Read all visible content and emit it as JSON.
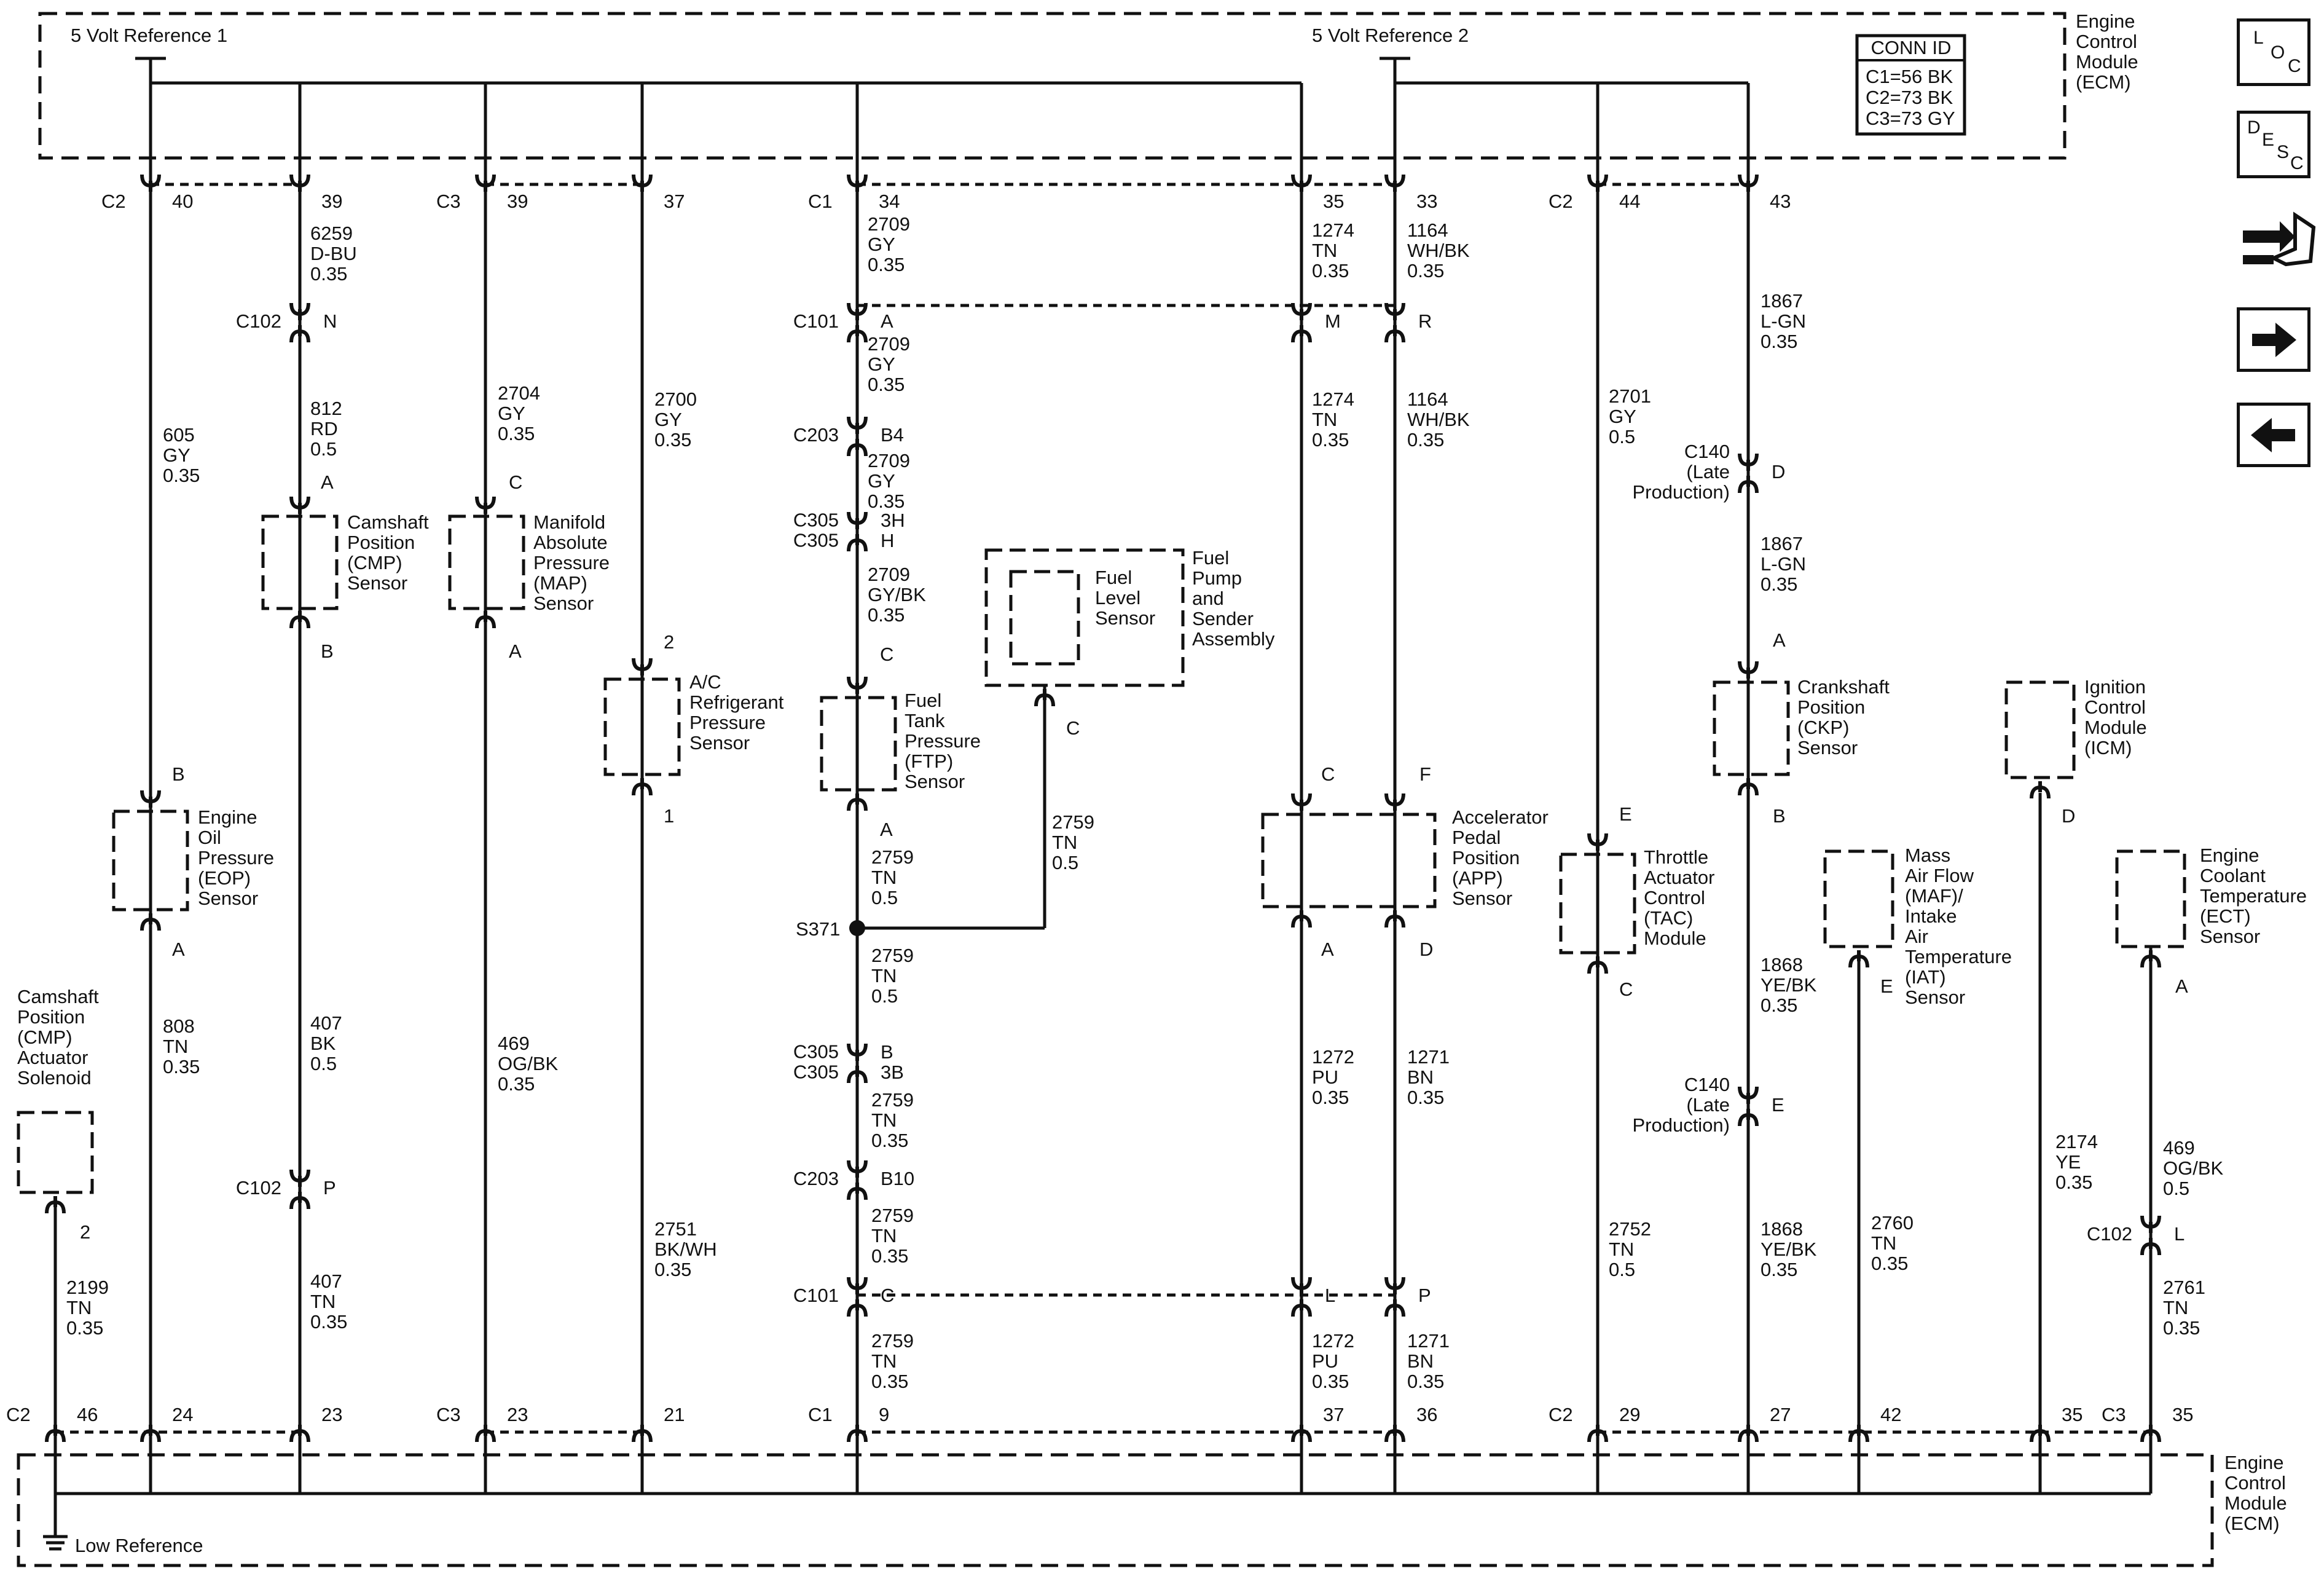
{
  "ecm_top": {
    "title": [
      "Engine",
      "Control",
      "Module",
      "(ECM)"
    ]
  },
  "ecm_bottom": {
    "title": [
      "Engine",
      "Control",
      "Module",
      "(ECM)"
    ],
    "low_reference": "Low Reference"
  },
  "ref1": "5 Volt Reference 1",
  "ref2": "5 Volt Reference 2",
  "conn_id": {
    "header": "CONN ID",
    "rows": [
      "C1=56 BK",
      "C2=73 BK",
      "C3=73 GY"
    ]
  },
  "nav": {
    "loc": [
      "L",
      "O",
      "C"
    ],
    "desc": [
      "D",
      "E",
      "S",
      "C"
    ]
  },
  "top_pins": [
    {
      "pin": "40",
      "conn": "C2"
    },
    {
      "pin": "39"
    },
    {
      "pin": "39",
      "conn": "C3"
    },
    {
      "pin": "37"
    },
    {
      "pin": "34",
      "conn": "C1"
    },
    {
      "pin": "35"
    },
    {
      "pin": "33"
    },
    {
      "pin": "44",
      "conn": "C2"
    },
    {
      "pin": "43"
    }
  ],
  "bottom_pins": [
    {
      "pin": "46",
      "conn": "C2"
    },
    {
      "pin": "24"
    },
    {
      "pin": "23"
    },
    {
      "pin": "23",
      "conn": "C3"
    },
    {
      "pin": "21"
    },
    {
      "pin": "9",
      "conn": "C1"
    },
    {
      "pin": "37"
    },
    {
      "pin": "36"
    },
    {
      "pin": "29",
      "conn": "C2"
    },
    {
      "pin": "27"
    },
    {
      "pin": "42"
    },
    {
      "pin": "35"
    },
    {
      "pin": "35",
      "conn": "C3"
    }
  ],
  "wires": [
    [
      "6259",
      "D-BU",
      "0.35"
    ],
    [
      "812",
      "RD",
      "0.5"
    ],
    [
      "605",
      "GY",
      "0.35"
    ],
    [
      "407",
      "BK",
      "0.5"
    ],
    [
      "407",
      "TN",
      "0.35"
    ],
    [
      "2704",
      "GY",
      "0.35"
    ],
    [
      "469",
      "OG/BK",
      "0.35"
    ],
    [
      "2700",
      "GY",
      "0.35"
    ],
    [
      "2751",
      "BK/WH",
      "0.35"
    ],
    [
      "2709",
      "GY",
      "0.35"
    ],
    [
      "2709",
      "GY",
      "0.35"
    ],
    [
      "2709",
      "GY",
      "0.35"
    ],
    [
      "2709",
      "GY/BK",
      "0.35"
    ],
    [
      "2759",
      "TN",
      "0.5"
    ],
    [
      "2759",
      "TN",
      "0.5"
    ],
    [
      "2759",
      "TN",
      "0.5"
    ],
    [
      "2759",
      "TN",
      "0.35"
    ],
    [
      "2759",
      "TN",
      "0.35"
    ],
    [
      "2759",
      "TN",
      "0.35"
    ],
    [
      "1274",
      "TN",
      "0.35"
    ],
    [
      "1274",
      "TN",
      "0.35"
    ],
    [
      "1272",
      "PU",
      "0.35"
    ],
    [
      "1272",
      "PU",
      "0.35"
    ],
    [
      "1164",
      "WH/BK",
      "0.35"
    ],
    [
      "1164",
      "WH/BK",
      "0.35"
    ],
    [
      "1271",
      "BN",
      "0.35"
    ],
    [
      "1271",
      "BN",
      "0.35"
    ],
    [
      "2701",
      "GY",
      "0.5"
    ],
    [
      "2752",
      "TN",
      "0.5"
    ],
    [
      "1867",
      "L-GN",
      "0.35"
    ],
    [
      "1867",
      "L-GN",
      "0.35"
    ],
    [
      "1868",
      "YE/BK",
      "0.35"
    ],
    [
      "1868",
      "YE/BK",
      "0.35"
    ],
    [
      "2760",
      "TN",
      "0.35"
    ],
    [
      "2174",
      "YE",
      "0.35"
    ],
    [
      "469",
      "OG/BK",
      "0.5"
    ],
    [
      "2761",
      "TN",
      "0.35"
    ],
    [
      "808",
      "TN",
      "0.35"
    ],
    [
      "2199",
      "TN",
      "0.35"
    ]
  ],
  "connectors": {
    "c102_n": {
      "conn": "C102",
      "pin": "N"
    },
    "c102_p": {
      "conn": "C102",
      "pin": "P"
    },
    "c102_l": {
      "conn": "C102",
      "pin": "L"
    },
    "c101_a": {
      "conn": "C101",
      "pin": "A"
    },
    "c101_m": {
      "pin": "M"
    },
    "c101_r": {
      "pin": "R"
    },
    "c203_b4": {
      "conn": "C203",
      "pin": "B4"
    },
    "c305_3h": {
      "conn": [
        "C305",
        "C305"
      ],
      "pin": [
        "3H",
        "H"
      ]
    },
    "c305_b": {
      "conn": [
        "C305",
        "C305"
      ],
      "pin": [
        "B",
        "3B"
      ]
    },
    "c203_b10": {
      "conn": "C203",
      "pin": "B10"
    },
    "c101_c": {
      "conn": "C101",
      "pin": "C"
    },
    "c101_l": {
      "pin": "L"
    },
    "c101_p": {
      "pin": "P"
    },
    "c140_d": {
      "conn": [
        "C140",
        "(Late",
        "Production)"
      ],
      "pin": "D"
    },
    "c140_e": {
      "conn": [
        "C140",
        "(Late",
        "Production)"
      ],
      "pin": "E"
    },
    "s371": "S371"
  },
  "components": {
    "cmp": {
      "label": [
        "Camshaft",
        "Position",
        "(CMP)",
        "Sensor"
      ],
      "pin_top": "A",
      "pin_bot": "B"
    },
    "map": {
      "label": [
        "Manifold",
        "Absolute",
        "Pressure",
        "(MAP)",
        "Sensor"
      ],
      "pin_top": "C",
      "pin_bot": "A"
    },
    "acr": {
      "label": [
        "A/C",
        "Refrigerant",
        "Pressure",
        "Sensor"
      ],
      "pin_top": "2",
      "pin_bot": "1"
    },
    "ftp": {
      "label": [
        "Fuel",
        "Tank",
        "Pressure",
        "(FTP)",
        "Sensor"
      ],
      "pin_top": "C",
      "pin_bot": "A"
    },
    "fuel_level": {
      "label": [
        "Fuel",
        "Level",
        "Sensor"
      ]
    },
    "fuel_pump": {
      "label": [
        "Fuel",
        "Pump",
        "and",
        "Sender",
        "Assembly"
      ],
      "pin": "C"
    },
    "eop": {
      "label": [
        "Engine",
        "Oil",
        "Pressure",
        "(EOP)",
        "Sensor"
      ],
      "pin_top": "B",
      "pin_bot": "A"
    },
    "cmp_act": {
      "label": [
        "Camshaft",
        "Position",
        "(CMP)",
        "Actuator",
        "Solenoid"
      ],
      "pin": "2"
    },
    "app": {
      "label": [
        "Accelerator",
        "Pedal",
        "Position",
        "(APP)",
        "Sensor"
      ],
      "pin_c": "C",
      "pin_f": "F",
      "pin_a": "A",
      "pin_d": "D"
    },
    "tac": {
      "label": [
        "Throttle",
        "Actuator",
        "Control",
        "(TAC)",
        "Module"
      ],
      "pin_top": "E",
      "pin_bot": "C"
    },
    "ckp": {
      "label": [
        "Crankshaft",
        "Position",
        "(CKP)",
        "Sensor"
      ],
      "pin_top": "A",
      "pin_bot": "B"
    },
    "icm": {
      "label": [
        "Ignition",
        "Control",
        "Module",
        "(ICM)"
      ],
      "pin": "D"
    },
    "maf": {
      "label": [
        "Mass",
        "Air Flow",
        "(MAF)/",
        "Intake",
        "Air",
        "Temperature",
        "(IAT)",
        "Sensor"
      ],
      "pin": "E"
    },
    "ect": {
      "label": [
        "Engine",
        "Coolant",
        "Temperature",
        "(ECT)",
        "Sensor"
      ],
      "pin": "A"
    }
  }
}
